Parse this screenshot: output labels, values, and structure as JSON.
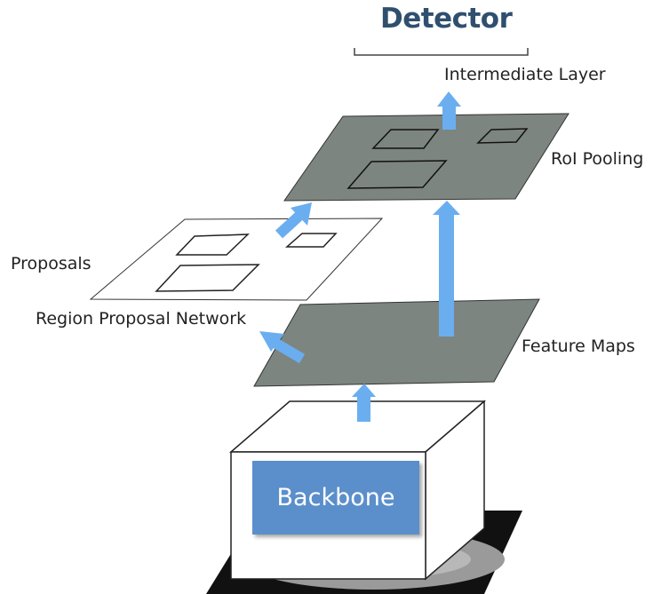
{
  "title": "Detector",
  "labels": {
    "intermediate_layer": "Intermediate Layer",
    "roi_pooling": "RoI Pooling",
    "proposals": "Proposals",
    "rpn": "Region Proposal Network",
    "feature_maps": "Feature Maps",
    "backbone": "Backbone"
  },
  "colors": {
    "title": "#2f4f6f",
    "plane_fill": "#7d8580",
    "arrow": "#6aaef0",
    "backbone_fill": "#5b8fcb",
    "line": "#222222"
  },
  "icons": {
    "input_image": "input-image-disc"
  }
}
